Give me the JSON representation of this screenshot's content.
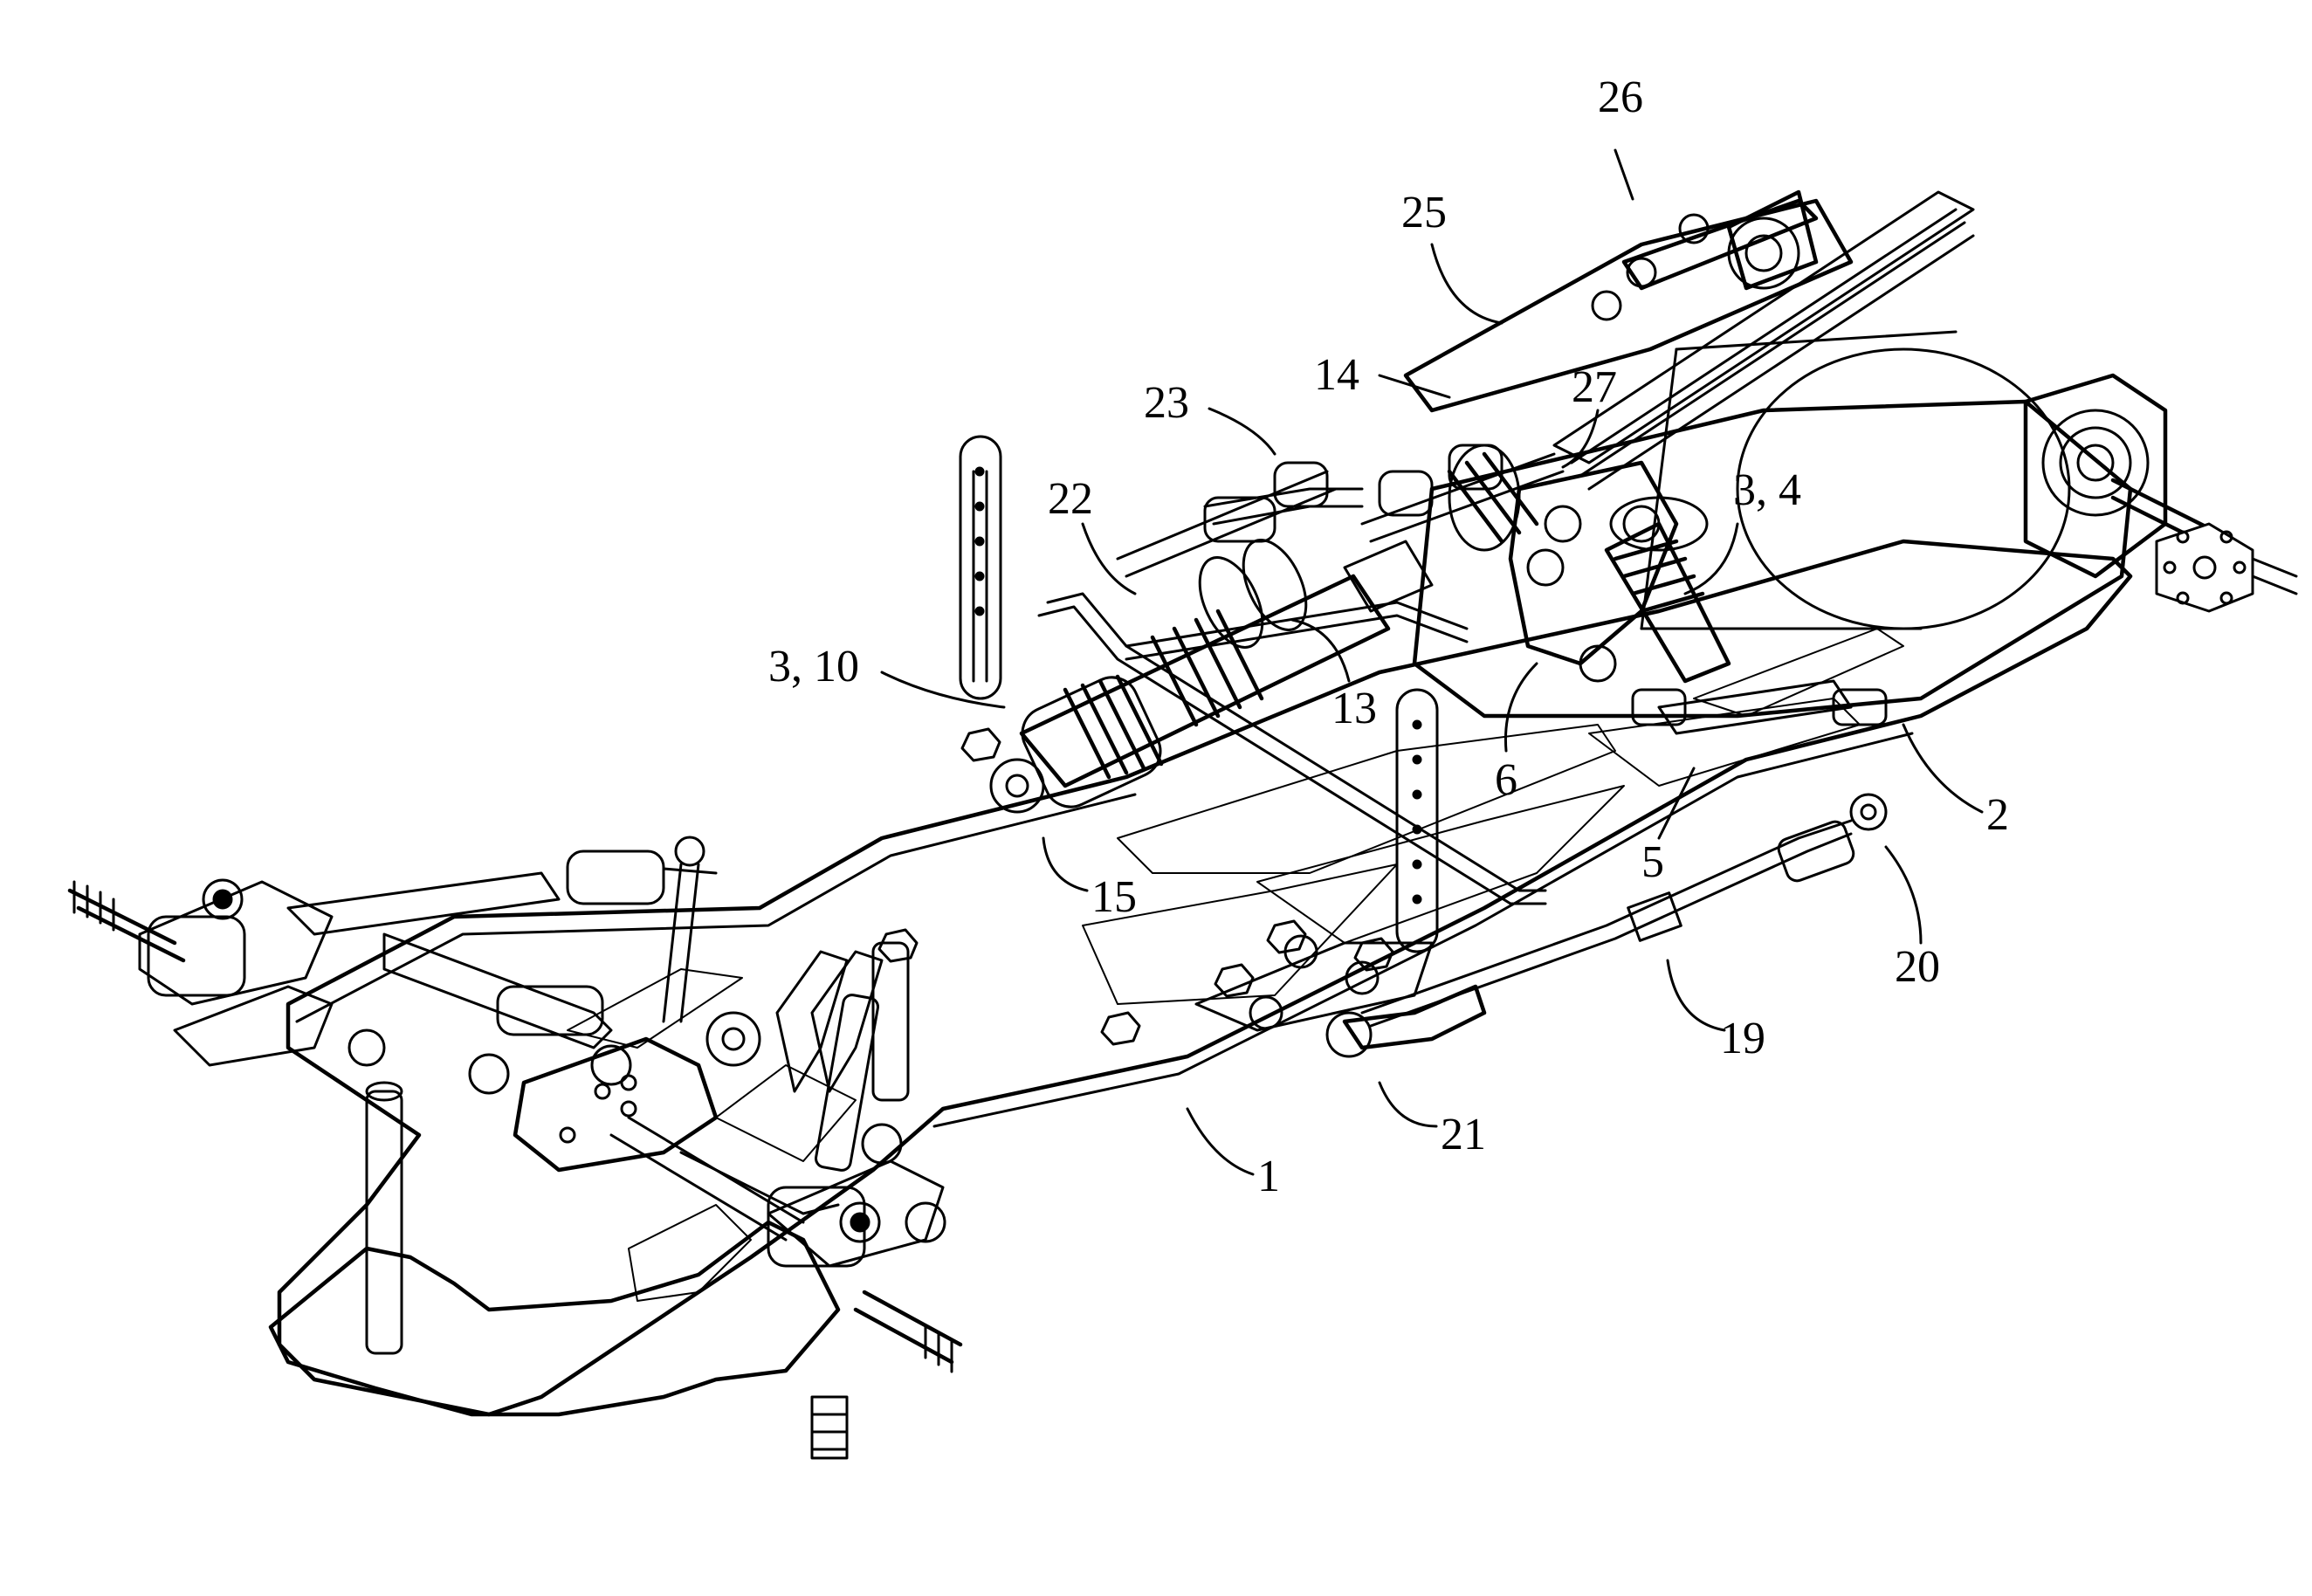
{
  "figure": {
    "labels": [
      {
        "id": "ref-26",
        "text": "26"
      },
      {
        "id": "ref-25",
        "text": "25"
      },
      {
        "id": "ref-14",
        "text": "14"
      },
      {
        "id": "ref-27",
        "text": "27"
      },
      {
        "id": "ref-23",
        "text": "23"
      },
      {
        "id": "ref-22",
        "text": "22"
      },
      {
        "id": "ref-3-4",
        "text": "3, 4"
      },
      {
        "id": "ref-3-10",
        "text": "3, 10"
      },
      {
        "id": "ref-13",
        "text": "13"
      },
      {
        "id": "ref-6",
        "text": "6"
      },
      {
        "id": "ref-2",
        "text": "2"
      },
      {
        "id": "ref-5",
        "text": "5"
      },
      {
        "id": "ref-15",
        "text": "15"
      },
      {
        "id": "ref-20",
        "text": "20"
      },
      {
        "id": "ref-19",
        "text": "19"
      },
      {
        "id": "ref-21",
        "text": "21"
      },
      {
        "id": "ref-1",
        "text": "1"
      }
    ]
  }
}
